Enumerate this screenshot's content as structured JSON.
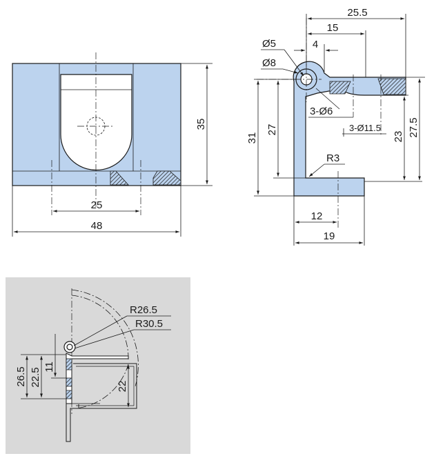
{
  "front_view": {
    "height_dim": "35",
    "hole_spacing_dim": "25",
    "width_dim": "48"
  },
  "side_view": {
    "overall_dim": "25.5",
    "pin_offset_dim": "15",
    "hole_offset_dim": "4",
    "pin_dia_dim": "Ø5",
    "bush_dia_dim": "Ø8",
    "through_holes": "3-Ø6",
    "counterbores": "3-Ø11.5",
    "height_31": "31",
    "height_27": "27",
    "height_23": "23",
    "height_27_5": "27.5",
    "radius": "R3",
    "foot_dim_12": "12",
    "foot_dim_19": "19"
  },
  "swing_view": {
    "radius_inner": "R26.5",
    "radius_outer": "R30.5",
    "dim_26_5": "26.5",
    "dim_22_5": "22.5",
    "dim_11": "11",
    "dim_22": "22"
  },
  "colors": {
    "part_fill": "#bcd3ee",
    "panel_bg": "#d9d9d9",
    "line": "#1a1a1a"
  }
}
